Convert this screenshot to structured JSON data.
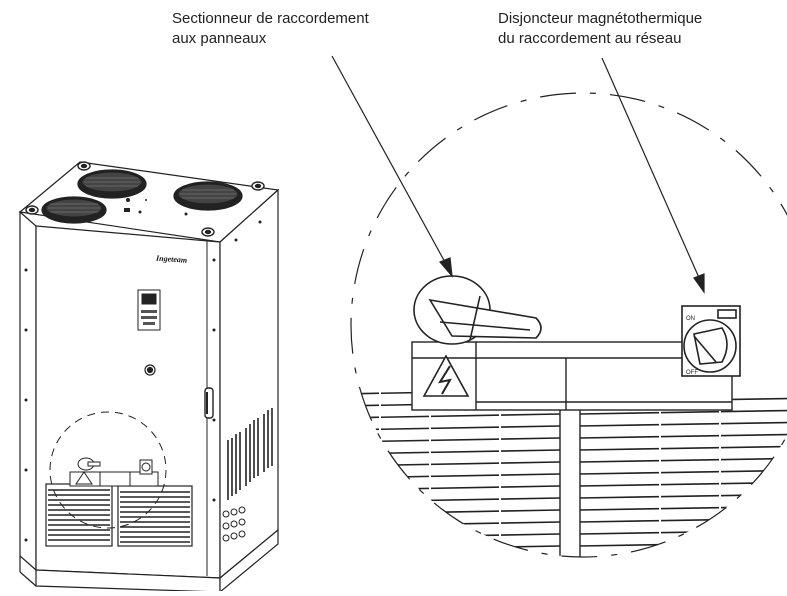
{
  "labels": {
    "panel_disconnect": [
      "Sectionneur de raccordement",
      "aux panneaux"
    ],
    "grid_breaker": [
      "Disjoncteur magnétothermique",
      "du raccordement au réseau"
    ]
  },
  "cabinet": {
    "brand": "Ingeteam"
  },
  "breaker": {
    "on_label": "ON",
    "off_label": "OFF"
  },
  "icons": [
    "fan-icon",
    "warning-lightning-icon",
    "handle-icon"
  ],
  "colors": {
    "line": "#222222",
    "fill": "#ffffff",
    "grille": "#333333"
  }
}
